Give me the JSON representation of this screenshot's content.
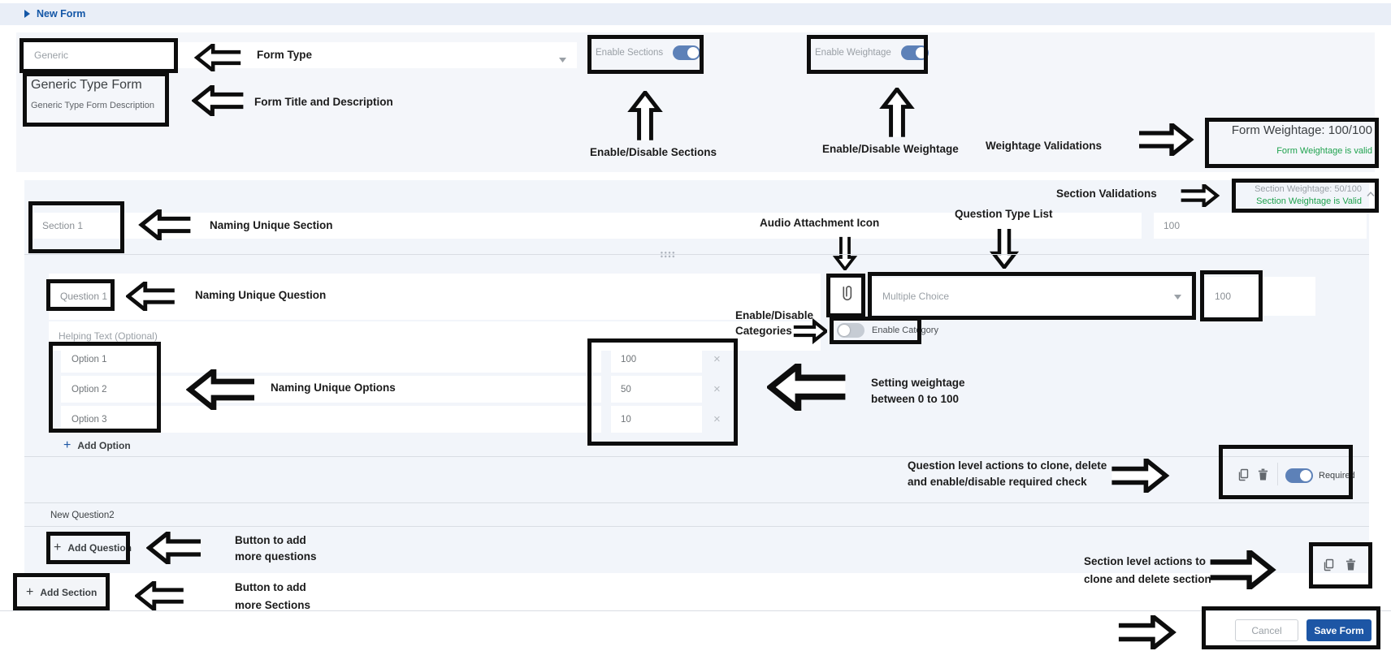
{
  "breadcrumb": {
    "label": "New Form"
  },
  "form": {
    "type_value": "Generic",
    "type_note": "Form Type",
    "title": "Generic Type Form",
    "description": "Generic Type Form Description",
    "title_note": "Form Title and Description",
    "enable_sections_label": "Enable Sections",
    "enable_weightage_label": "Enable Weightage",
    "enable_sections_note": "Enable/Disable Sections",
    "enable_weightage_note": "Enable/Disable Weightage",
    "weightage_note": "Weightage Validations",
    "weightage_total": "Form Weightage: 100/100",
    "weightage_status": "Form Weightage is valid"
  },
  "section": {
    "validations_note": "Section Validations",
    "weightage": "Section Weightage: 50/100",
    "weightage_status": "Section Weightage is Valid",
    "name": "Section 1",
    "name_note": "Naming Unique Section",
    "weight": "100",
    "audio_note": "Audio Attachment Icon",
    "question_type_note": "Question Type List",
    "new_question_label": "New Question2",
    "add_question_label": "Add Question",
    "add_question_note_line1": "Button to add",
    "add_question_note_line2": "more questions",
    "actions_note_line1": "Section level actions to",
    "actions_note_line2": "clone and delete section"
  },
  "question": {
    "name": "Question 1",
    "name_note": "Naming Unique Question",
    "helping_placeholder": "Helping Text (Optional)",
    "type_value": "Multiple Choice",
    "weight": "100",
    "category_toggle_label": "Enable Category",
    "category_note_line1": "Enable/Disable",
    "category_note_line2": "Categories",
    "options": [
      {
        "name": "Option 1",
        "weight": "100"
      },
      {
        "name": "Option 2",
        "weight": "50"
      },
      {
        "name": "Option 3",
        "weight": "10"
      }
    ],
    "options_note": "Naming Unique Options",
    "weights_note_line1": "Setting weightage",
    "weights_note_line2": "between 0 to 100",
    "add_option_label": "Add Option",
    "actions_note_line1": "Question level actions to clone, delete",
    "actions_note_line2": "and enable/disable required check",
    "required_label": "Required"
  },
  "footer": {
    "add_section_label": "Add Section",
    "add_section_note_line1": "Button to add",
    "add_section_note_line2": "more Sections",
    "cancel_label": "Cancel",
    "save_label": "Save Form"
  },
  "icons": {
    "plus": "+",
    "close": "×"
  },
  "colors": {
    "accent": "#1d56a5",
    "valid_green": "#1fa24e",
    "toggle_on": "#5d81b8"
  }
}
